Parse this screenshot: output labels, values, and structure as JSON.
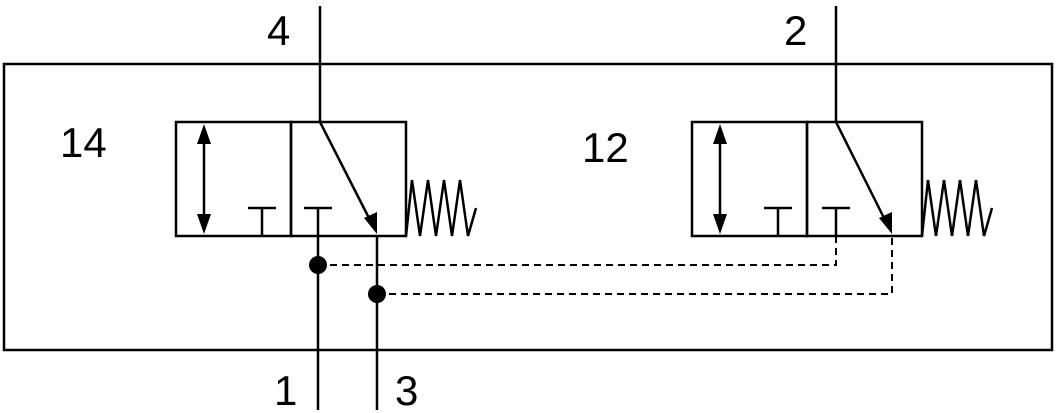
{
  "diagram": {
    "labels": {
      "port_4": "4",
      "port_2": "2",
      "port_14": "14",
      "port_12": "12",
      "port_1": "1",
      "port_3": "3"
    },
    "colors": {
      "line": "#000000",
      "background": "#ffffff"
    },
    "components": [
      {
        "name": "housing",
        "icon": "outer-rectangle"
      },
      {
        "name": "valve-left",
        "icon": "two-position-valve-symbol",
        "spring": "spring-icon"
      },
      {
        "name": "valve-right",
        "icon": "two-position-valve-symbol",
        "spring": "spring-icon"
      },
      {
        "name": "pilot-lines",
        "icon": "dashed-pilot-line"
      },
      {
        "name": "junctions",
        "icon": "junction-dot"
      }
    ]
  }
}
